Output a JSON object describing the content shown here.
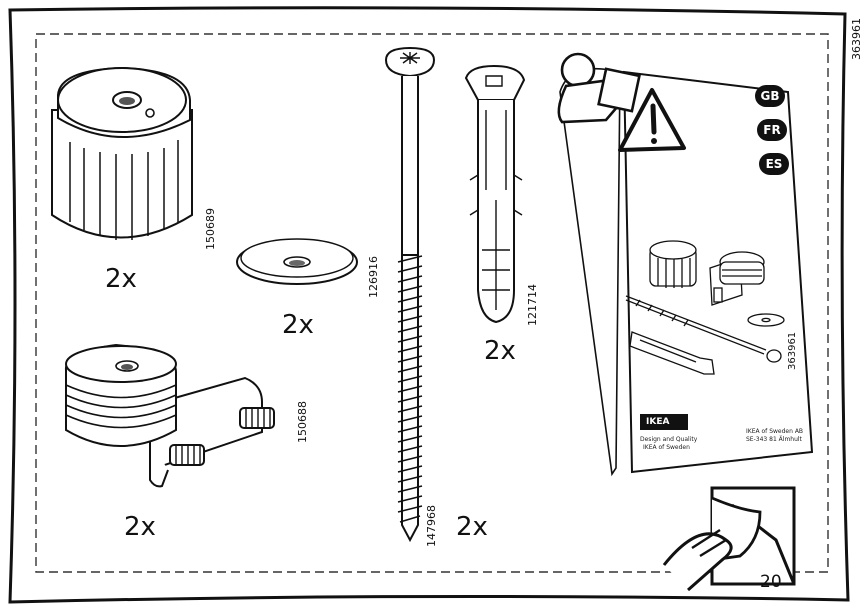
{
  "page": {
    "doc_code": "363961",
    "page_number": "20"
  },
  "parts": [
    {
      "id": "cap",
      "code": "150689",
      "qty": "2x"
    },
    {
      "id": "washer",
      "code": "126916",
      "qty": "2x"
    },
    {
      "id": "bracket",
      "code": "150688",
      "qty": "2x"
    },
    {
      "id": "screw",
      "code": "147968",
      "qty": "2x"
    },
    {
      "id": "plug",
      "code": "121714",
      "qty": "2x"
    }
  ],
  "leaflet": {
    "languages": [
      "GB",
      "FR",
      "ES"
    ],
    "code": "363961",
    "brand": "IKEA",
    "design_line1": "Design and Quality",
    "design_line2": "IKEA of Sweden",
    "address_line1": "IKEA of Sweden AB",
    "address_line2": "SE-343 81 Älmhult"
  },
  "icons": [
    "person-reading-icon",
    "warning-triangle-icon",
    "page-turn-hand-icon"
  ]
}
